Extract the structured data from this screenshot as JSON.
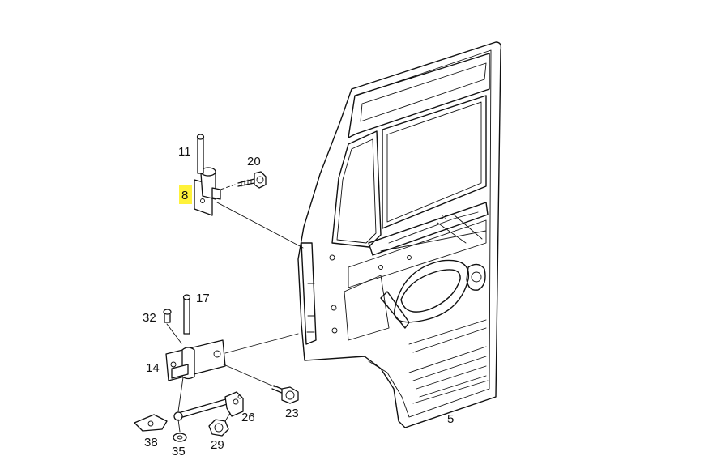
{
  "diagram": {
    "highlight_color": "#fff23a",
    "labels": {
      "p11": "11",
      "p20": "20",
      "p8": "8",
      "p17": "17",
      "p32": "32",
      "p14": "14",
      "p23": "23",
      "p26": "26",
      "p38": "38",
      "p29": "29",
      "p35": "35",
      "p5": "5"
    },
    "highlighted_part": "8"
  }
}
